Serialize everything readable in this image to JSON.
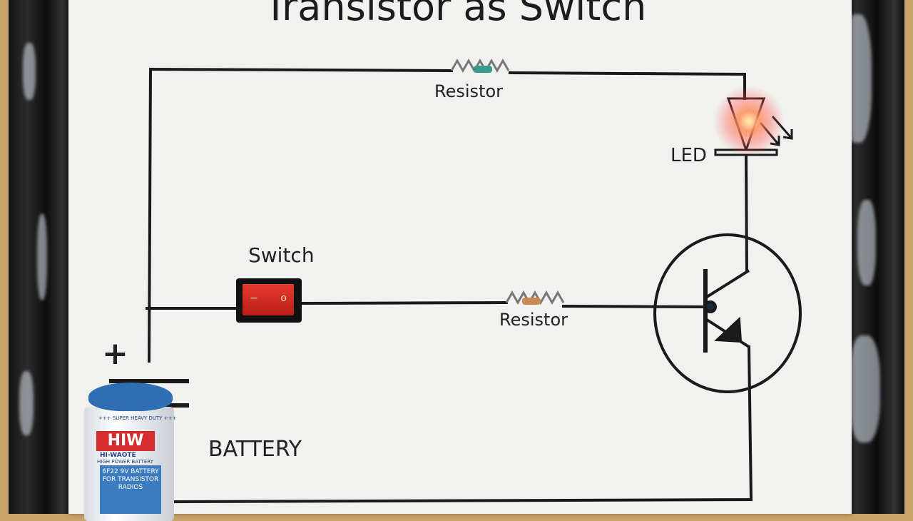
{
  "diagram": {
    "title": "Transistor as Switch",
    "labels": {
      "resistor_top": "Resistor",
      "led": "LED",
      "switch": "Switch",
      "resistor_middle": "Resistor",
      "battery": "BATTERY",
      "positive": "+"
    }
  },
  "battery": {
    "top_text": "+++ SUPER HEAVY DUTY +++",
    "brand": "HIW",
    "sub_brand": "HI-WAOTE",
    "tagline": "HIGH POWER BATTERY",
    "spec": "6F22 9V BATTERY FOR TRANSISTOR RADIOS"
  },
  "switch": {
    "off_mark": "−",
    "on_mark": "o"
  },
  "colors": {
    "paper": "#f1f1ef",
    "wire": "#1a1a1a",
    "led_glow": "#ff5a4a",
    "switch_rocker": "#d9302a",
    "battery_cap": "#2f6eb2",
    "battery_brand": "#d42c2c"
  }
}
